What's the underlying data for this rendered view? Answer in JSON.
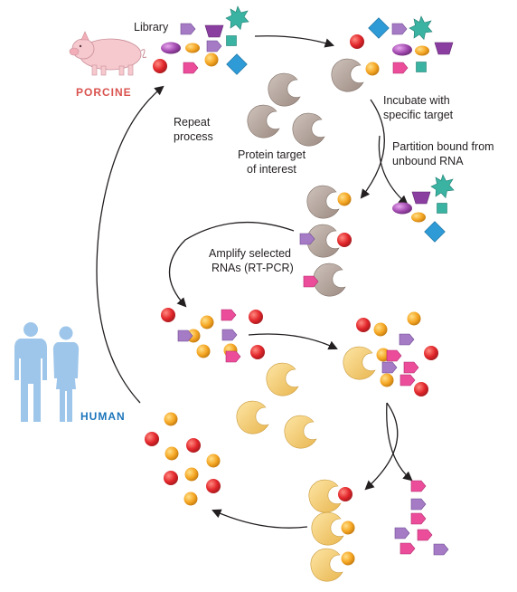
{
  "labels": {
    "library": "Library",
    "porcine": "PORCINE",
    "human": "HUMAN",
    "repeat_line1": "Repeat",
    "repeat_line2": "process",
    "protein_line1": "Protein target",
    "protein_line2": "of interest",
    "incubate_line1": "Incubate with",
    "incubate_line2": "specific target",
    "partition_line1": "Partition bound from",
    "partition_line2": "unbound RNA",
    "amplify_line1": "Amplify selected",
    "amplify_line2": "RNAs (RT-PCR)"
  },
  "colors": {
    "porcine": "#d9534f",
    "human": "#1b75bb",
    "protein_gray": "#b3a49c",
    "protein_yellow": "#f7d27a",
    "rna_red": "#e2262b",
    "rna_orange": "#f5a623",
    "rna_pink": "#ec4d9a",
    "rna_purple": "#9b6ec0",
    "rna_teal": "#3bb3a3",
    "rna_blue": "#2e9bd6",
    "human_silhouette": "#9ec6ea",
    "pig": "#f6c9cf"
  }
}
